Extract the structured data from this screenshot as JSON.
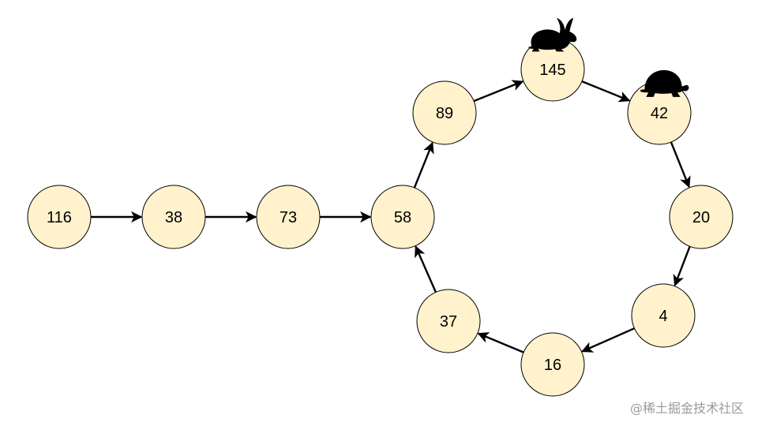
{
  "diagram": {
    "nodes": [
      {
        "id": "n116",
        "label": "116"
      },
      {
        "id": "n38",
        "label": "38"
      },
      {
        "id": "n73",
        "label": "73"
      },
      {
        "id": "n58",
        "label": "58"
      },
      {
        "id": "n89",
        "label": "89"
      },
      {
        "id": "n145",
        "label": "145",
        "marker": "rabbit-icon"
      },
      {
        "id": "n42",
        "label": "42",
        "marker": "turtle-icon"
      },
      {
        "id": "n20",
        "label": "20"
      },
      {
        "id": "n4",
        "label": "4"
      },
      {
        "id": "n16",
        "label": "16"
      },
      {
        "id": "n37",
        "label": "37"
      }
    ],
    "edges": [
      {
        "from": "n116",
        "to": "n38"
      },
      {
        "from": "n38",
        "to": "n73"
      },
      {
        "from": "n73",
        "to": "n58"
      },
      {
        "from": "n58",
        "to": "n89"
      },
      {
        "from": "n89",
        "to": "n145"
      },
      {
        "from": "n145",
        "to": "n42"
      },
      {
        "from": "n42",
        "to": "n20"
      },
      {
        "from": "n20",
        "to": "n4"
      },
      {
        "from": "n4",
        "to": "n16"
      },
      {
        "from": "n16",
        "to": "n37"
      },
      {
        "from": "n37",
        "to": "n58"
      }
    ],
    "colors": {
      "node_fill": "#fff2cc",
      "stroke": "#000000",
      "watermark": "#9a9a9a"
    }
  },
  "watermark": {
    "text": "@稀土掘金技术社区"
  }
}
